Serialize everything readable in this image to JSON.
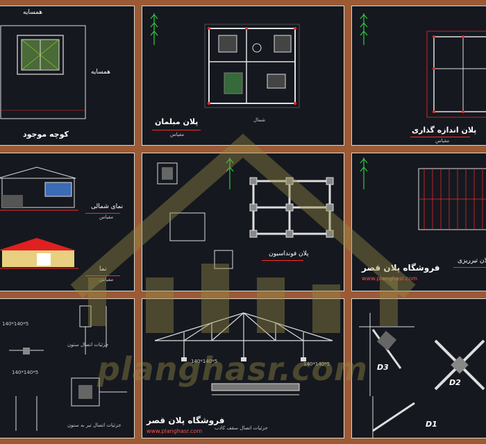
{
  "panels": {
    "p1": {
      "neighbor_label": "همسایه",
      "top_label": "همسایه",
      "street_label": "کوچه موجود"
    },
    "p2": {
      "title": "پلان مبلمان",
      "scale": "مقیاس",
      "north_label": "شمال"
    },
    "p3": {
      "title": "پلان اندازه گذاری",
      "scale": "مقیاس"
    },
    "p4": {
      "title1": "نمای شمالی",
      "scale1": "مقیاس",
      "title2": "نما",
      "scale2": "مقیاس"
    },
    "p5": {
      "title": "پلان فونداسیون"
    },
    "p6": {
      "title": "پلان تیرریزی",
      "store": "فروشگاه پلان قصر",
      "url": "www.planghasr.com"
    },
    "p7": {
      "dim1": "140*140*5",
      "dim2": "140*140*5",
      "note1": "جزئیات اتصال ستون",
      "note2": "جزئیات اتصال تیر به ستون"
    },
    "p8": {
      "store": "فروشگاه پلان قصر",
      "url": "www.planghasr.com",
      "note": "جزئیات اتصال سقف کاذب",
      "dim1": "140*140*5",
      "dim2": "140*140*5"
    },
    "p9": {
      "d1": "D1",
      "d2": "D2",
      "d3": "D3"
    }
  },
  "watermark": {
    "text": "planghasr.com"
  },
  "colors": {
    "frame": "#9c5a34",
    "panel_bg": "#15181f",
    "red": "#ff2a2a",
    "watermark": "#8c8440"
  }
}
